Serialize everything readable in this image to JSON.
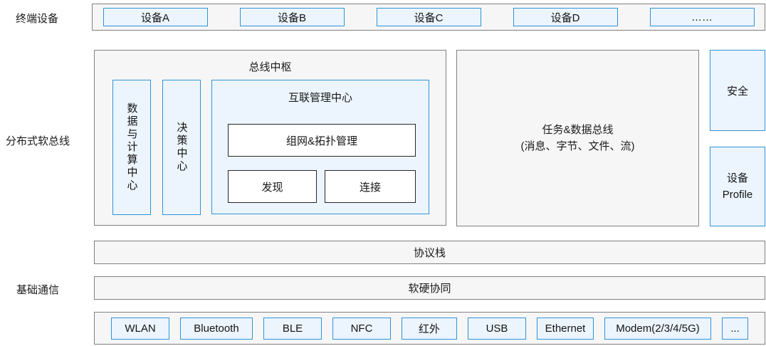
{
  "labels": {
    "terminal_devices": "终端设备",
    "distributed_softbus": "分布式软总线",
    "basic_communication": "基础通信"
  },
  "devices": [
    "设备A",
    "设备B",
    "设备C",
    "设备D",
    "……"
  ],
  "bus_hub": {
    "title": "总线中枢",
    "data_compute_center": "数据与计算中心",
    "decision_center": "决策中心",
    "interconnect": {
      "title": "互联管理中心",
      "networking_topology": "组网&拓扑管理",
      "discovery": "发现",
      "connection": "连接"
    }
  },
  "task_data_bus": {
    "text": "任务&数据总线\n(消息、字节、文件、流)"
  },
  "security": {
    "label": "安全"
  },
  "device_profile": {
    "text": "设备\nProfile"
  },
  "protocol_stack": {
    "label": "协议栈"
  },
  "hw_sw_synergy": {
    "label": "软硬协同"
  },
  "base_comm": {
    "items": [
      "WLAN",
      "Bluetooth",
      "BLE",
      "NFC",
      "红外",
      "USB",
      "Ethernet",
      "Modem(2/3/4/5G)",
      "..."
    ]
  },
  "colors": {
    "accent_blue_border": "#2e94d8",
    "light_blue_fill": "#ecf5fd",
    "container_fill": "#f6f6f6",
    "container_border": "#808080",
    "inner_box_border": "#262626",
    "text": "#1a1a1a"
  }
}
